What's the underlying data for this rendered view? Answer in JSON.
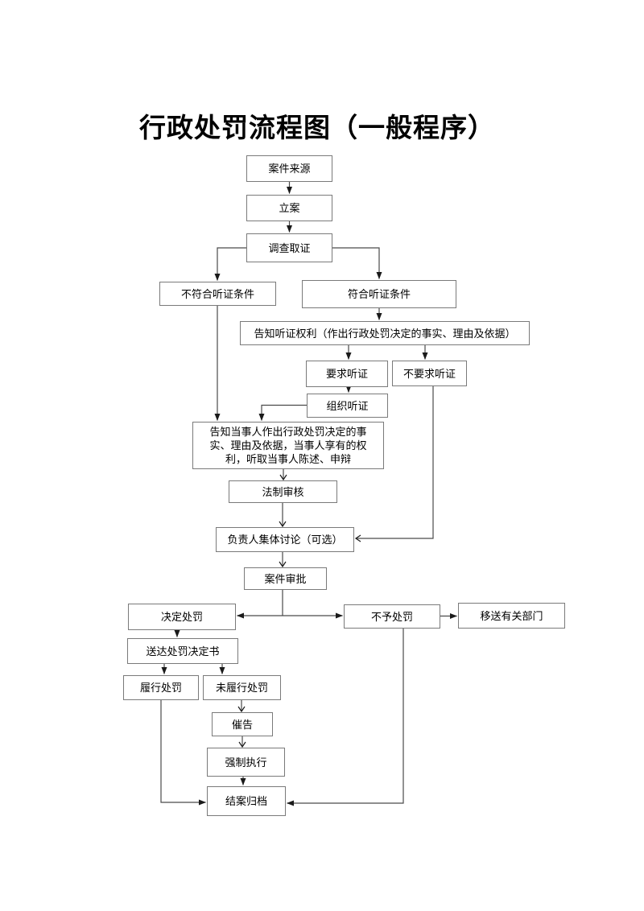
{
  "title": "行政处罚流程图（一般程序）",
  "colors": {
    "background": "#ffffff",
    "box_border": "#7a7a7a",
    "connector": "#4a4a4a",
    "text": "#000000"
  },
  "flowchart": {
    "nodes": [
      {
        "id": "case-source",
        "label": "案件来源"
      },
      {
        "id": "file-case",
        "label": "立案"
      },
      {
        "id": "investigation",
        "label": "调查取证"
      },
      {
        "id": "hearing-not-qualified",
        "label": "不符合听证条件"
      },
      {
        "id": "hearing-qualified",
        "label": "符合听证条件"
      },
      {
        "id": "notify-hearing-rights",
        "label": "告知听证权利（作出行政处罚决定的事实、理由及依据）"
      },
      {
        "id": "request-hearing",
        "label": "要求听证"
      },
      {
        "id": "no-hearing-request",
        "label": "不要求听证"
      },
      {
        "id": "organize-hearing",
        "label": "组织听证"
      },
      {
        "id": "notify-party-rights",
        "label": "告知当事人作出行政处罚决定的事实、理由及依据，当事人享有的权利，听取当事人陈述、申辩"
      },
      {
        "id": "legal-review",
        "label": "法制审核"
      },
      {
        "id": "collective-discussion",
        "label": "负责人集体讨论（可选）"
      },
      {
        "id": "case-approval",
        "label": "案件审批"
      },
      {
        "id": "decide-penalty",
        "label": "决定处罚"
      },
      {
        "id": "no-penalty",
        "label": "不予处罚"
      },
      {
        "id": "transfer-department",
        "label": "移送有关部门"
      },
      {
        "id": "serve-decision",
        "label": "送达处罚决定书"
      },
      {
        "id": "penalty-performed",
        "label": "履行处罚"
      },
      {
        "id": "penalty-not-performed",
        "label": "未履行处罚"
      },
      {
        "id": "urge-notice",
        "label": "催告"
      },
      {
        "id": "enforcement",
        "label": "强制执行"
      },
      {
        "id": "close-and-archive",
        "label": "结案归档"
      }
    ]
  }
}
